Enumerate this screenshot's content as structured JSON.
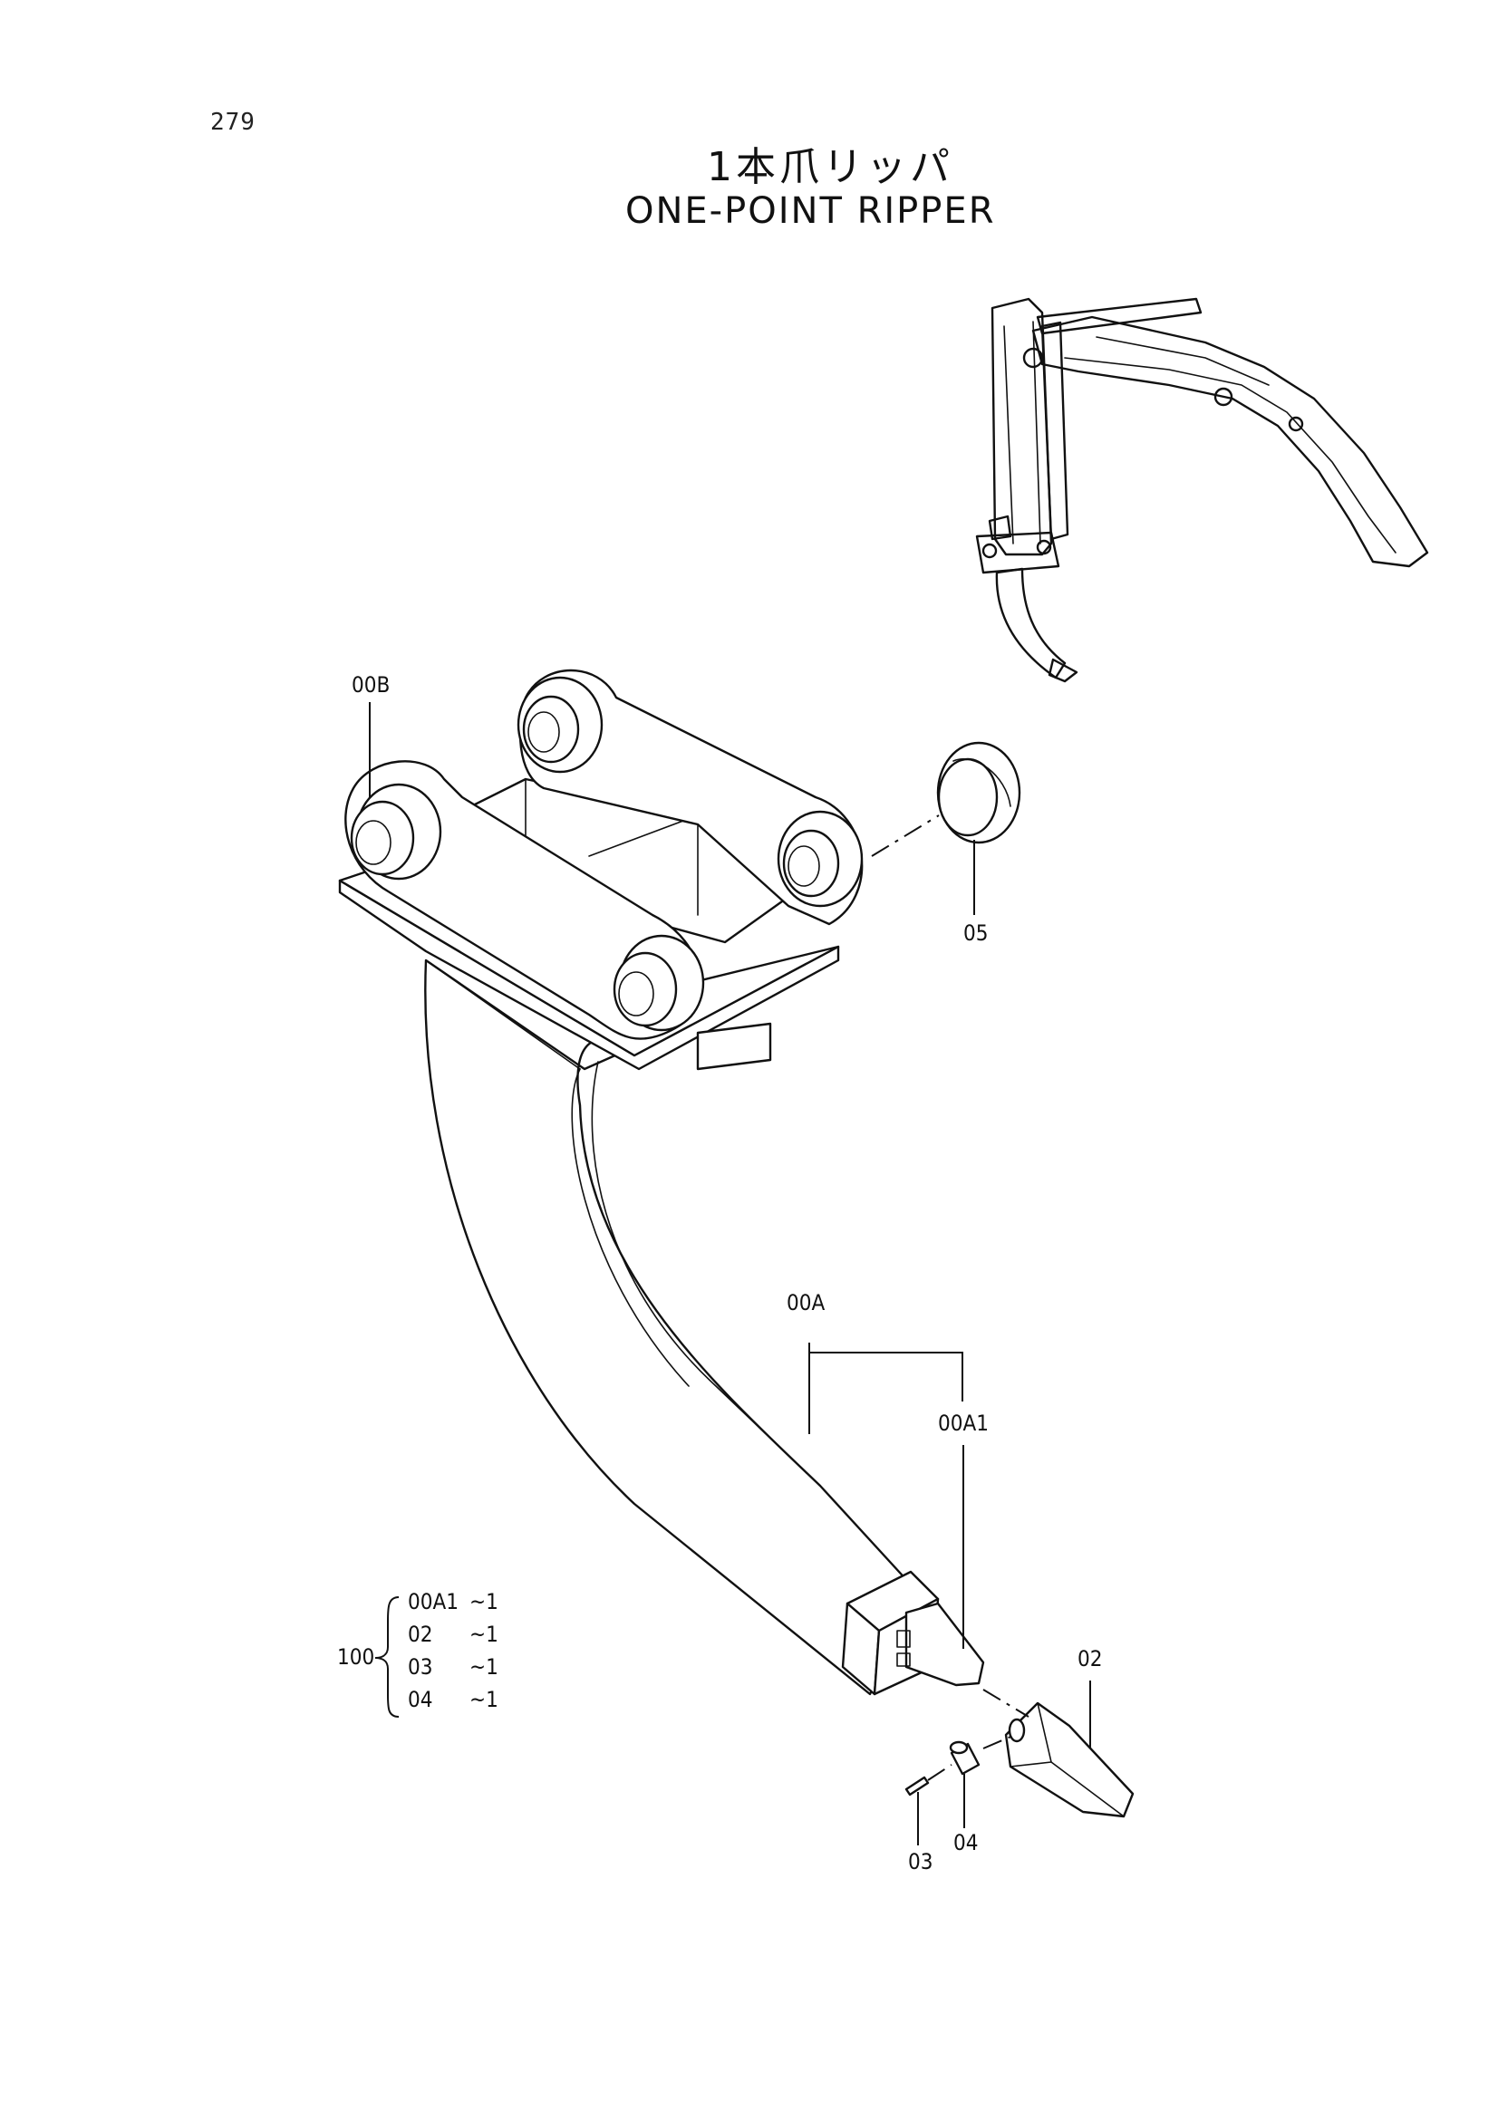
{
  "page": {
    "number": "279"
  },
  "title": {
    "japanese": "1本爪リッパ",
    "english": "ONE-POINT RIPPER"
  },
  "callouts": {
    "bracket": "00B",
    "seal": "05",
    "shank": "00A",
    "shank_sub": "00A1",
    "tooth": "02",
    "pin": "03",
    "lock": "04"
  },
  "assembly": {
    "label": "100",
    "items": [
      {
        "part": "00A1",
        "qty": "~1"
      },
      {
        "part": "02",
        "qty": "~1"
      },
      {
        "part": "03",
        "qty": "~1"
      },
      {
        "part": "04",
        "qty": "~1"
      }
    ]
  }
}
